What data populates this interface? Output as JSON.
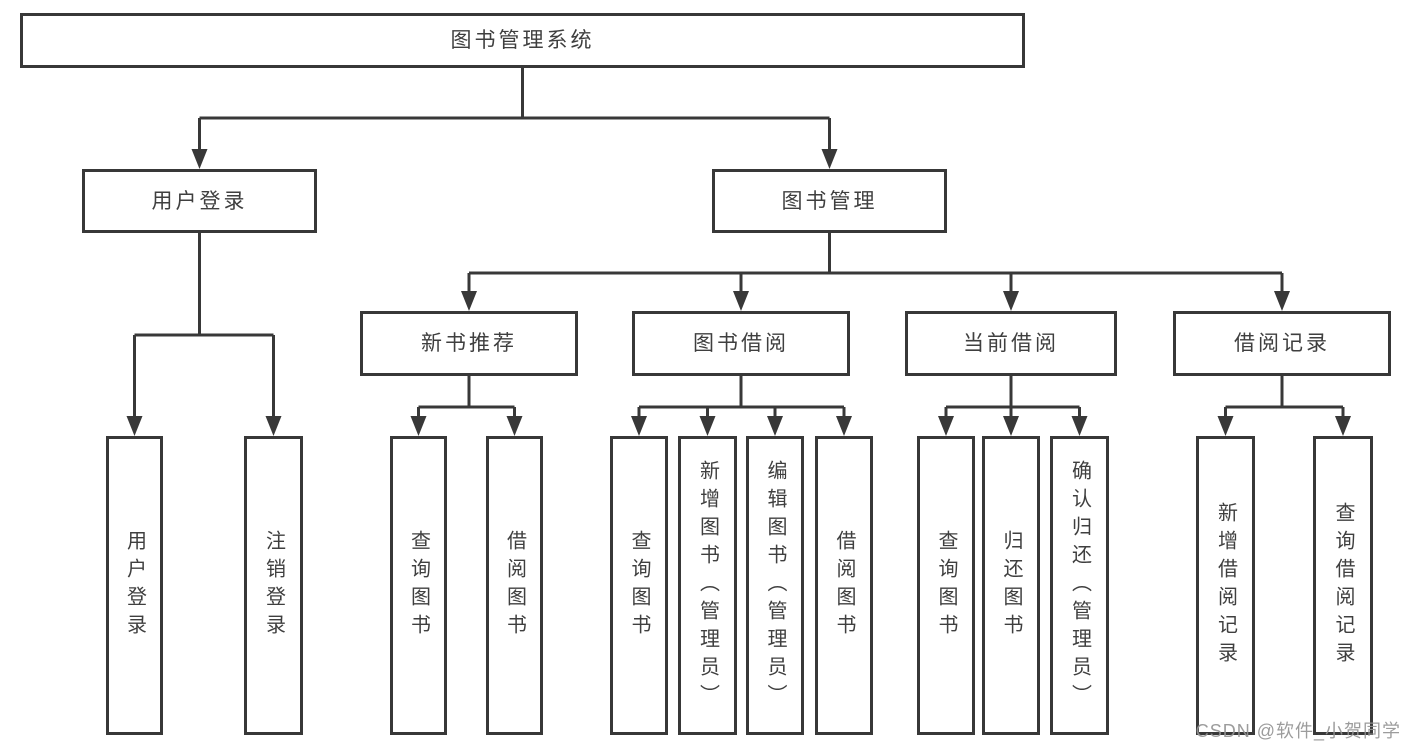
{
  "tree": {
    "label": "图书管理系统",
    "children": [
      {
        "label": "用户登录",
        "children": [
          {
            "label": "用户登录"
          },
          {
            "label": "注销登录"
          }
        ]
      },
      {
        "label": "图书管理",
        "children": [
          {
            "label": "新书推荐",
            "children": [
              {
                "label": "查询图书"
              },
              {
                "label": "借阅图书"
              }
            ]
          },
          {
            "label": "图书借阅",
            "children": [
              {
                "label": "查询图书"
              },
              {
                "label": "新增图书（管理员）"
              },
              {
                "label": "编辑图书（管理员）"
              },
              {
                "label": "借阅图书"
              }
            ]
          },
          {
            "label": "当前借阅",
            "children": [
              {
                "label": "查询图书"
              },
              {
                "label": "归还图书"
              },
              {
                "label": "确认归还（管理员）"
              }
            ]
          },
          {
            "label": "借阅记录",
            "children": [
              {
                "label": "新增借阅记录"
              },
              {
                "label": "查询借阅记录"
              }
            ]
          }
        ]
      }
    ]
  },
  "watermark": "CSDN @软件_小贺同学",
  "colors": {
    "line": "#383838",
    "box_border": "#383838",
    "box_fill": "#ffffff",
    "text": "#3f3f3f",
    "watermark": "#949494",
    "background": "#ffffff"
  }
}
